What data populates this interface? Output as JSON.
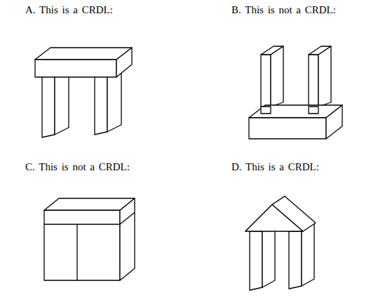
{
  "diagram": {
    "labels": [
      "A. This is a CRDL:",
      "B. This is not a CRDL:",
      "C. This is not a CRDL:",
      "D. This is a CRDL:"
    ]
  }
}
